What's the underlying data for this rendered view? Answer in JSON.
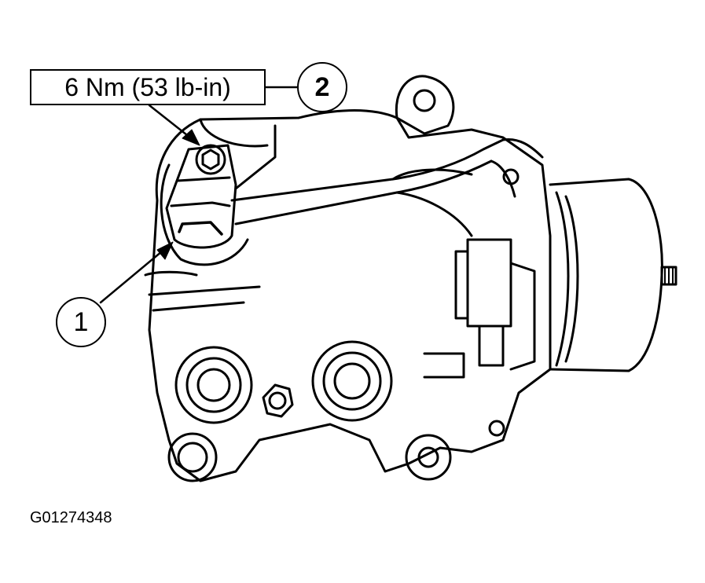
{
  "torque_spec": "6 Nm (53 lb-in)",
  "callouts": [
    {
      "number": "1"
    },
    {
      "number": "2"
    }
  ],
  "figure_code": "G01274348",
  "colors": {
    "line": "#000000",
    "background": "#ffffff"
  }
}
